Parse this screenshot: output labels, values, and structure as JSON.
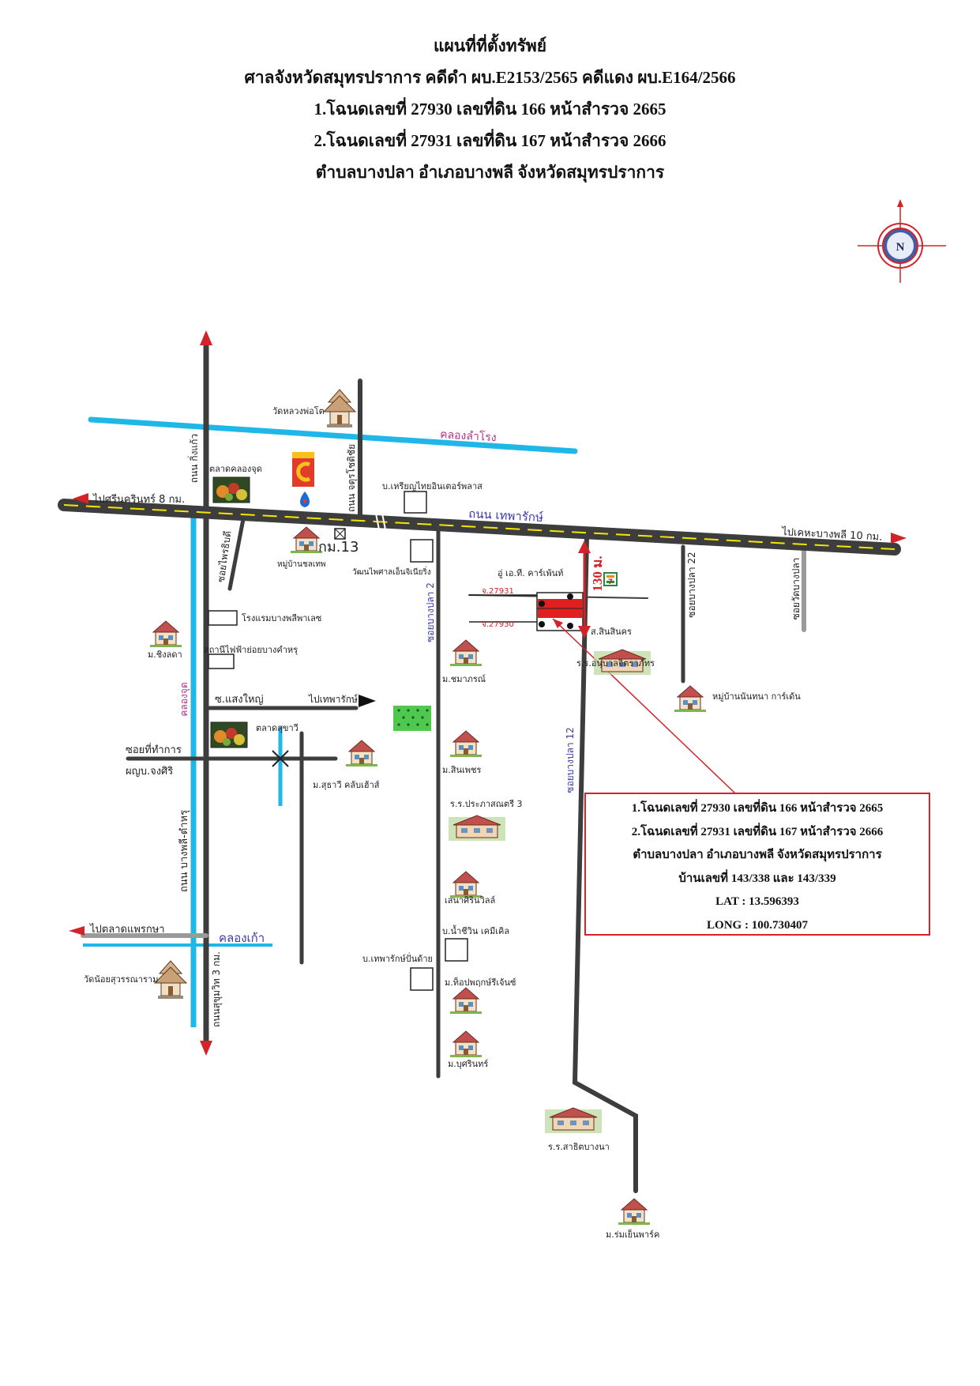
{
  "title": {
    "line1": "แผนที่ที่ตั้งทรัพย์",
    "line2": "ศาลจังหวัดสมุทรปราการ คดีดำ ผบ.E2153/2565 คดีแดง ผบ.E164/2566",
    "line3": "1.โฉนดเลขที่ 27930 เลขที่ดิน 166 หน้าสำรวจ 2665",
    "line4": "2.โฉนดเลขที่ 27931 เลขที่ดิน 167 หน้าสำรวจ 2666",
    "line5": "ตำบลบางปลา อำเภอบางพลี จังหวัดสมุทรปราการ"
  },
  "compass": {
    "label": "N"
  },
  "labels": {
    "wat_luangphoto": "วัดหลวงพ่อโต",
    "khlong_lamrong": "คลองลำโรง",
    "thanon_kingkaeo": "ถนน กิ่งแก้ว",
    "thanon_chattuchot": "ถนน จตุรโชติชัย",
    "talat_khlongchut": "ตลาดคลองจุด",
    "to_srinakarin": "ไปศรีนครินทร์ 8 กม.",
    "thanon_theparak": "ถนน เทพารักษ์",
    "to_bangphli": "ไปเคหะบางพลี 10 กม.",
    "km13": "กม.13",
    "b_charoenthai": "บ.เหรียญไทยอินเตอร์พลาส",
    "moo_banchonthep": "หมู่บ้านชลเทพ",
    "wat_phaisarn": "วัฒนไพศาลเอ็นจิเนียริ่ง",
    "soi_prathirathip": "ซอยไพรธิบดี",
    "u_thi_car": "อู่ เอ.ที. คาร์เพ้นท์",
    "d27931": "จ.27931",
    "d27930": "จ.27930",
    "sor_sinkhon": "ส.สินสินคร",
    "dist_130": "130 ม.",
    "sign_711": "7",
    "soi_bangpla22": "ซอยบางปลา 22",
    "soi_wat_bangpla": "ซอยวัดบางปลา",
    "rong_raem": "โรงแรมบางพลีพาเลซ",
    "mo_singlada": "ม.ชิงลดา",
    "sathani_fai": "สถานีไฟฟ้าย่อยบางคำหรุ",
    "soi_bangpla2": "ซอยบางปลา 2",
    "mo_chamaporn": "ม.ชมาภรณ์",
    "rr_anuban": "ร.ร.อนุบาลจิตราภัทร",
    "moo_nanthana": "หมู่บ้านนันทนา การ์เด้น",
    "khlong_chut": "คลองจุด",
    "soi_saengyai": "ซ.แสงใหญ่",
    "to_theparak": "ไปเทพารักษ์",
    "talat_suthawi": "ตลาดสุขาวี",
    "mo_sinphet": "ม.สินเพชร",
    "soi_thikan": "ซอยที่ทำการ",
    "phuyai_chongsiri": "ผญบ.จงศิริ",
    "mo_suthawi": "ม.สุธาวี คลับเฮ้าส์",
    "soi_bangpla12": "ซอยบางปลา 12",
    "rr_prapasani": "ร.ร.ประภาสณตรี 3",
    "thanon_bangphli_tamru": "ถนน บางพลี-ตำหรุ",
    "sen_sirinwilla": "เสนาศิรินวิลล์",
    "b_nam_chiwin": "บ.น้ำชีวิน เคมีเคิล",
    "to_lat_phraeksa": "ไปตลาดแพรกษา",
    "khlong_kao": "คลองเก้า",
    "b_theparak_pan": "บ.เทพารักษ์ปั่นด้าย",
    "thanon_sukhumvit": "ถนนสุขุมวิท 3 กม.",
    "wat_noisuwan": "วัดน้อยสุวรรณาราม",
    "mo_topphut": "ม.ท็อปพฤกษ์รีเจ้นซ์",
    "mo_burin": "ม.บุศรินทร์",
    "rr_sathit": "ร.ร.สาธิตบางนา",
    "mo_romyen": "ม.ร่มเย็นพาร์ค"
  },
  "info": {
    "line1": "1.โฉนดเลขที่ 27930 เลขที่ดิน 166 หน้าสำรวจ 2665",
    "line2": "2.โฉนดเลขที่ 27931 เลขที่ดิน 167 หน้าสำรวจ 2666",
    "line3": "ตำบลบางปลา อำเภอบางพลี จังหวัดสมุทรปราการ",
    "line4": "บ้านเลขที่ 143/338 และ 143/339",
    "line5": "LAT : 13.596393",
    "line6": "LONG : 100.730407"
  },
  "colors": {
    "road": "#3d3d3d",
    "canal": "#1fb7e8",
    "accent_red": "#d2232a",
    "road_center": "#f4e600",
    "grey_road": "#9a9a9a"
  }
}
